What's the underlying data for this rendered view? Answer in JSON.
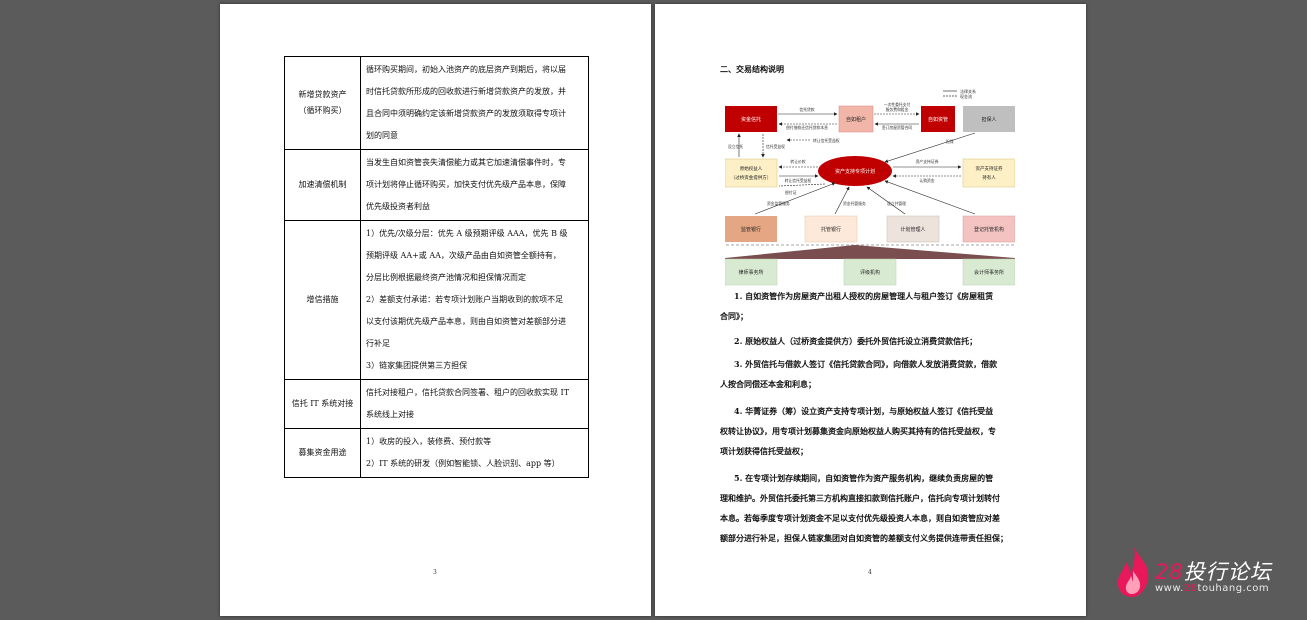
{
  "left_page": {
    "table_rows": [
      {
        "label_lines": [
          "新增贷款资产",
          "（循环购买）"
        ],
        "content_lines": [
          "循环购买期间，初始入池资产的底层资产到期后，将以届",
          "时信托贷款所形成的回收款进行新增贷款资产的发放，并",
          "且合同中须明确约定该新增贷款资产的发放须取得专项计",
          "划的同意"
        ]
      },
      {
        "label_lines": [
          "加速清偿机制"
        ],
        "content_lines": [
          "当发生自如资管丧失清偿能力或其它加速清偿事件时，专",
          "项计划将停止循环购买，加快支付优先级产品本息，保障",
          "优先级投资者利益"
        ]
      },
      {
        "label_lines": [
          "增信措施"
        ],
        "content_lines": [
          "1）优先/次级分层：优先 A 级预期评级 AAA，优先 B 级",
          "预期评级 AA+或 AA，次级产品由自如资管全额持有，",
          "分层比例根据最终资产池情况和担保情况而定",
          "2）差额支付承诺：若专项计划账户当期收到的款项不足",
          "以支付该期优先级产品本息，则由自如资管对差额部分进",
          "行补足",
          "3）链家集团提供第三方担保"
        ]
      },
      {
        "label_lines": [
          "信托 IT 系统对接"
        ],
        "content_lines": [
          "信托对接租户，信托贷款合同签署、租户的回收款实现 IT",
          "系统线上对接"
        ]
      },
      {
        "label_lines": [
          "募集资金用途"
        ],
        "content_lines": [
          "1）收房的投入，装修费、预付款等",
          "2）IT 系统的研发（例如智能锁、人脸识别、app 等）"
        ]
      }
    ],
    "page_number": "3"
  },
  "right_page": {
    "section_title": "二、交易结构说明",
    "page_number": "4",
    "diagram": {
      "legend": [
        "法律关系",
        "现金流"
      ],
      "nodes": {
        "trust": "资金信托",
        "tenant": "自如租户",
        "asset_manager": "自如资管",
        "guarantor": "担保人",
        "original_beneficiary_1": "原始权益人",
        "original_beneficiary_2": "（过桥资金提供方）",
        "spv": "资产支持专项计划",
        "holders_1": "资产支持证券",
        "holders_2": "持有人",
        "supervisor_bank": "监管银行",
        "custodian_bank": "托管银行",
        "plan_manager": "计划管理人",
        "registrar": "登记托管机构",
        "law_firm": "律师事务所",
        "rating_agency": "评级机构",
        "accounting_firm": "会计师事务所"
      },
      "edge_labels": {
        "trust_loan": "信托贷款",
        "loan_repay": "偿付借款还信托贷款本息",
        "order_1": "一次性委托支付",
        "order_2": "服务费和租金",
        "rent_contract": "签订房屋资管合同",
        "trust_establish": "设立信托",
        "trust_rights": "信托受益权",
        "transfer_price": "转让价款",
        "transfer_rights": "转让信托受益权",
        "guarantee": "担保",
        "securities": "资产支持证券",
        "subscribe": "认购资金",
        "pay_certificate": "偿付证",
        "fund_supervision": "资金监管服务",
        "fund_custody": "资金托管服务",
        "plan_management": "设立并管理"
      }
    },
    "paragraphs": [
      {
        "first": "1. 自如资管作为房屋资产出租人授权的房屋管理人与租户签订《房屋租赁",
        "rest": [
          "合同》；"
        ]
      },
      {
        "first": "2. 原始权益人（过桥资金提供方）委托外贸信托设立消费贷款信托；",
        "rest": []
      },
      {
        "first": "3. 外贸信托与借款人签订《信托贷款合同》，向借款人发放消费贷款，借款",
        "rest": [
          "人按合同偿还本金和利息；"
        ]
      },
      {
        "first": "4. 华菁证券（筹）设立资产支持专项计划，与原始权益人签订《信托受益",
        "rest": [
          "权转让协议》，用专项计划募集资金向原始权益人购买其持有的信托受益权，专",
          "项计划获得信托受益权；"
        ]
      },
      {
        "first": "5. 在专项计划存续期间，自如资管作为资产服务机构，继续负责房屋的管",
        "rest": [
          "理和维护。外贸信托委托第三方机构直接扣款到信托账户，信托向专项计划转付",
          "本息。若每季度专项计划资金不足以支付优先级投资人本息，则自如资管应对差",
          "额部分进行补足，担保人链家集团对自如资管的差额支付义务提供连带责任担保；"
        ]
      }
    ]
  },
  "watermark": {
    "number": "28",
    "name": "投行论坛",
    "url_prefix": "www.",
    "url_number": "28",
    "url_suffix": "touhang.com"
  },
  "colors": {
    "background": "#5b5b5b",
    "red": "#c00000",
    "pink_box": "#f2b6a9",
    "gray_box": "#bfbfbf",
    "yellow_box": "#fdf0c6",
    "orange_box": "#e5a783",
    "green_box": "#d9ead3"
  }
}
